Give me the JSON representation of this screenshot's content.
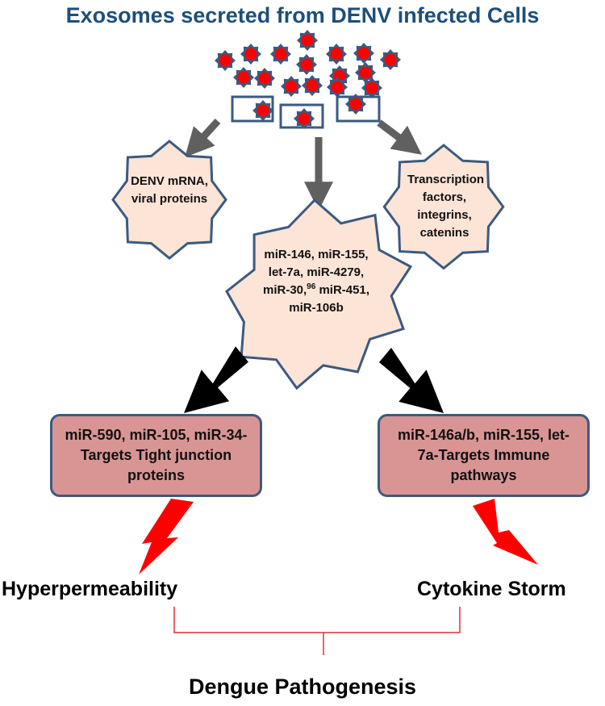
{
  "title": "Exosomes secreted from DENV infected Cells",
  "cargo": {
    "left": "DENV mRNA, viral proteins",
    "center_line1": "miR-146, miR-155, let-7a, miR-4279, miR-30,",
    "center_ref": "96",
    "center_line2": "miR-451, miR-106b",
    "right": "Transcription factors, integrins, catenins"
  },
  "targets": {
    "left": "miR-590, miR-105, miR-34-Targets Tight junction proteins",
    "right": "miR-146a/b, miR-155, let-7a-Targets Immune pathways"
  },
  "outcomes": {
    "left": "Hyperpermeability",
    "right": "Cytokine Storm"
  },
  "result": "Dengue Pathogenesis",
  "colors": {
    "title": "#1f4e79",
    "star_fill": "#fce4d6",
    "star_stroke": "#3b5a80",
    "box_fill": "#d99594",
    "exosome_dot": "#ff0000",
    "exosome_ring": "#3b5a80",
    "thin_arrow": "#606060",
    "thick_arrow": "#000000",
    "lightning": "#ff0000",
    "bracket": "#e03030"
  },
  "icons": {
    "exosome": "spiky-circle",
    "lightning": "lightning-bolt-icon"
  }
}
